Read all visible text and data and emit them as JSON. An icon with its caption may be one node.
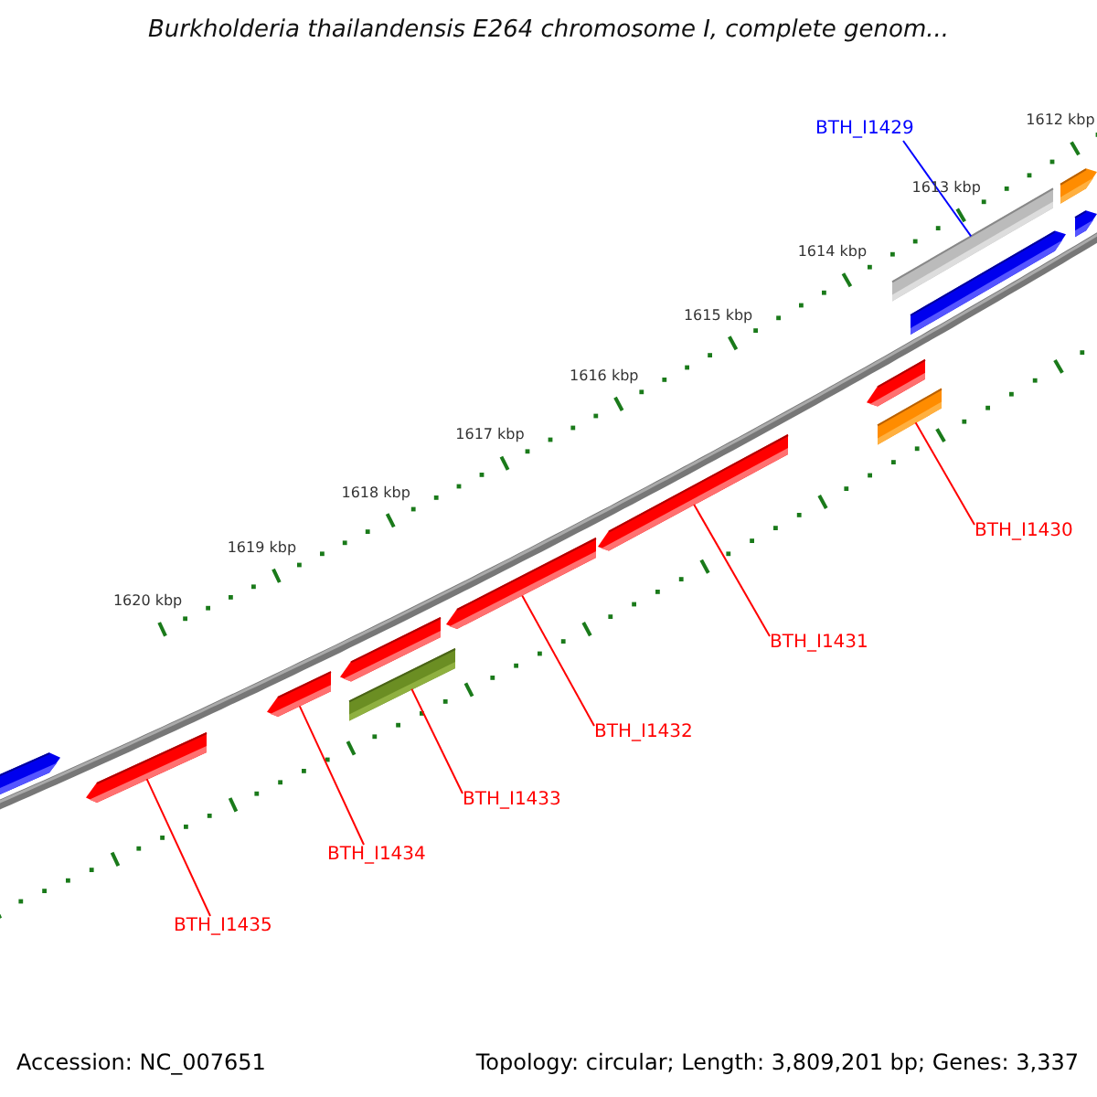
{
  "diagram": {
    "title": "Burkholderia thailandensis E264 chromosome I, complete genom...",
    "nodes": [
      {
        "text": [],
        "shape": "arrow"
      },
      {
        "text": [],
        "shape": "bar"
      },
      {
        "text": [],
        "shape": "arrow"
      },
      {
        "text": [],
        "shape": "arrow"
      },
      {
        "text": [],
        "shape": "arrow"
      },
      {
        "text": [],
        "shape": "bar"
      },
      {
        "text": [],
        "shape": "arrow"
      },
      {
        "text": [],
        "shape": "arrow"
      },
      {
        "text": [],
        "shape": "bar"
      },
      {
        "text": [],
        "shape": "arrow"
      },
      {
        "text": [],
        "shape": "arrow"
      },
      {
        "text": [],
        "shape": "arrow"
      },
      {
        "text": [],
        "shape": "arrow"
      },
      {
        "text": [
          "BTH_I1429"
        ]
      },
      {
        "text": [
          "BTH_I1430"
        ]
      },
      {
        "text": [
          "BTH_I1431"
        ]
      },
      {
        "text": [
          "BTH_I1432"
        ]
      },
      {
        "text": [
          "BTH_I1433"
        ]
      },
      {
        "text": [
          "BTH_I1434"
        ]
      },
      {
        "text": [
          "BTH_I1435"
        ]
      }
    ],
    "edges": [
      {
        "from": 13,
        "to": 1,
        "arrow": "none",
        "color": "#0000ff"
      },
      {
        "from": 14,
        "to": 5,
        "arrow": "none"
      },
      {
        "from": 15,
        "to": 6,
        "arrow": "none"
      },
      {
        "from": 16,
        "to": 7,
        "arrow": "none"
      },
      {
        "from": 17,
        "to": 8,
        "arrow": "none"
      },
      {
        "from": 18,
        "to": 10,
        "arrow": "none"
      },
      {
        "from": 19,
        "to": 11,
        "arrow": "none"
      }
    ],
    "labels": [
      "1612 kbp",
      "1613 kbp",
      "1614 kbp",
      "1615 kbp",
      "1616 kbp",
      "1617 kbp",
      "1618 kbp",
      "1619 kbp",
      "1620 kbp",
      "Accession: NC_007651",
      "Topology: circular; Length: 3,809,201 bp; Genes: 3,337"
    ]
  }
}
